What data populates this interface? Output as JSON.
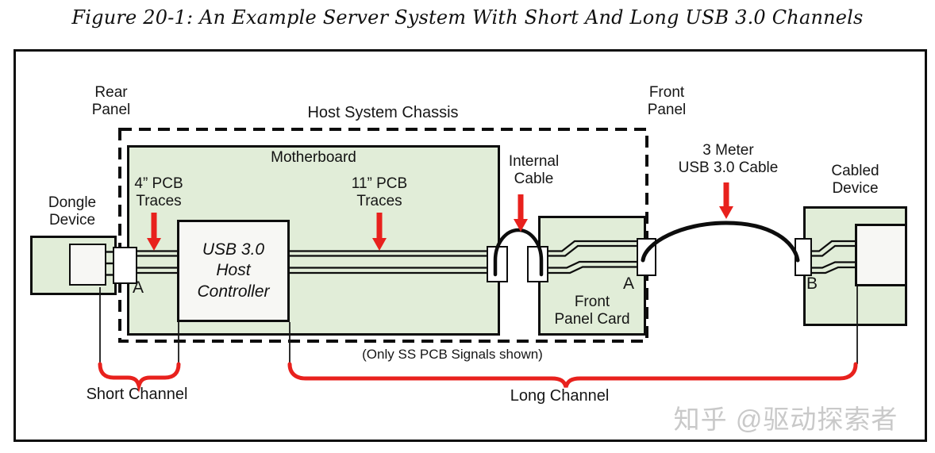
{
  "title": "Figure 20-1:  An Example Server System With Short And Long USB 3.0 Channels",
  "chassis": {
    "label": "Host System Chassis",
    "note": "(Only SS PCB Signals shown)"
  },
  "panels": {
    "rear": "Rear\nPanel",
    "front": "Front\nPanel"
  },
  "motherboard": {
    "label": "Motherboard",
    "trace4": "4” PCB\nTraces",
    "trace11": "11” PCB\nTraces"
  },
  "host_controller": {
    "label": "USB 3.0\nHost\nController"
  },
  "internal_cable": {
    "label": "Internal\nCable"
  },
  "usb_cable": {
    "label": "3 Meter\nUSB 3.0 Cable"
  },
  "front_panel_card": {
    "label": "Front\nPanel Card",
    "port": "A"
  },
  "dongle": {
    "label": "Dongle\nDevice",
    "port": "A"
  },
  "cabled_device": {
    "label": "Cabled\nDevice",
    "port": "B"
  },
  "channels": {
    "short": "Short Channel",
    "long": "Long Channel"
  },
  "watermark": "知乎 @驱动探索者",
  "colors": {
    "box_green": "#e1edd8",
    "box_gray": "#f7f7f4",
    "accent_red": "#e8211d",
    "watermark_gray": "#c9c9c9"
  }
}
